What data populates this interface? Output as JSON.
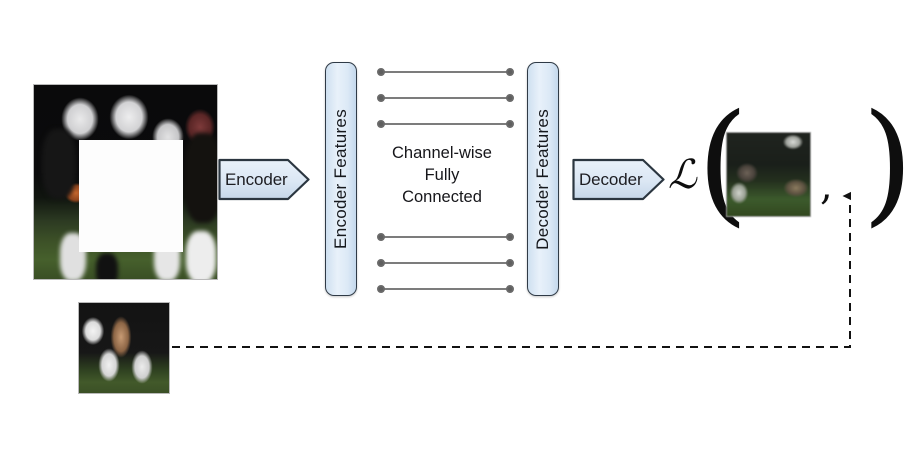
{
  "figure": {
    "title": "Context Encoder with channel-wise fully connected layer",
    "background_color": "#ffffff"
  },
  "images": {
    "input": {
      "name": "masked-input-image",
      "alt": "American football players at night with central square region masked out in white",
      "mask_color": "#fdfdfd"
    },
    "ground_truth": {
      "name": "ground-truth-patch",
      "alt": "Ground truth image patch of football players legs on grass"
    },
    "predicted": {
      "name": "predicted-patch",
      "alt": "Blurry reconstructed image patch output by decoder"
    }
  },
  "blocks": {
    "encoder_arrow_label": "Encoder",
    "decoder_arrow_label": "Decoder",
    "encoder_features_label": "Encoder Features",
    "decoder_features_label": "Decoder Features"
  },
  "caption": {
    "line1": "Channel-wise",
    "line2": "Fully",
    "line3": "Connected"
  },
  "loss": {
    "symbol": "ℒ",
    "paren_open": "(",
    "paren_close": ")",
    "comma": ","
  },
  "connections": {
    "top_group_count": 3,
    "bottom_group_count": 3,
    "line_color": "#6a6a6a",
    "dot_color": "#5f5f5f"
  },
  "colors": {
    "block_fill": "#dce9f6",
    "block_border": "#2f3a46",
    "arrow_fill": "#dbe6f2",
    "arrow_border": "#2b3640",
    "dashed_line": "#121212"
  }
}
